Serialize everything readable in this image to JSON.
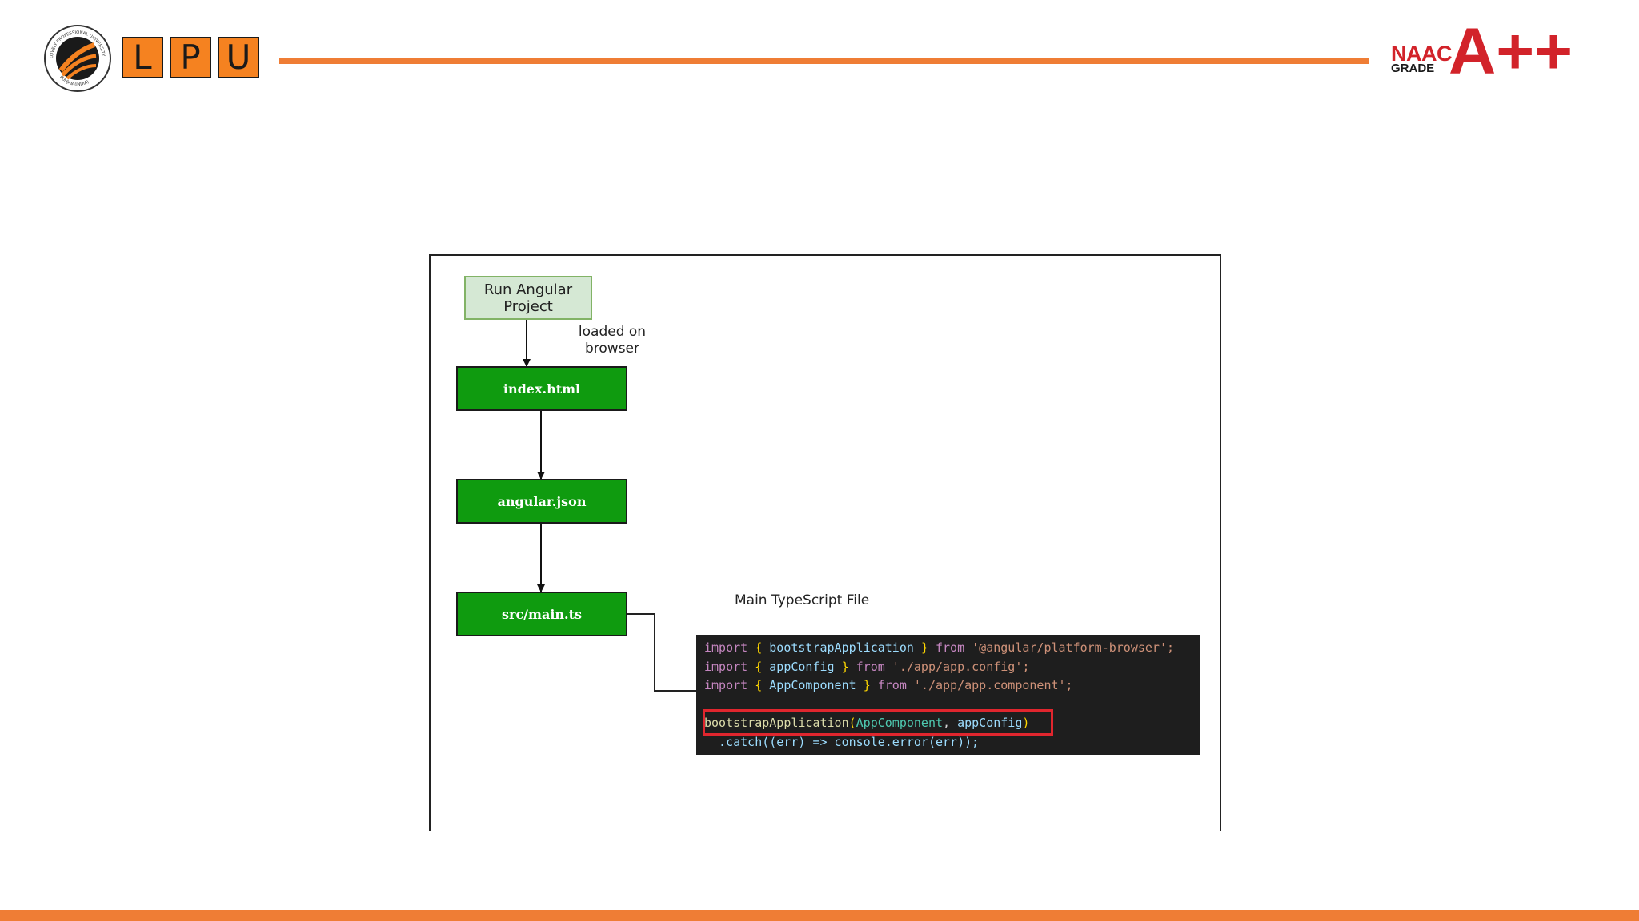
{
  "header": {
    "logo_letters": [
      "L",
      "P",
      "U"
    ],
    "accreditation": {
      "naac": "NAAC",
      "grade_word": "GRADE",
      "grade": "A++"
    },
    "seal_text": [
      "LOVELY PROFESSIONAL UNIVERSITY",
      "PUNJAB (INDIA)"
    ]
  },
  "diagram": {
    "start_node": {
      "line1": "Run Angular",
      "line2": "Project"
    },
    "edge_label": {
      "line1": "loaded on",
      "line2": "browser"
    },
    "nodes": [
      {
        "label": "index.html"
      },
      {
        "label": "angular.json"
      },
      {
        "label": "src/main.ts"
      }
    ],
    "code_title": "Main TypeScript File"
  },
  "code": {
    "imports": [
      {
        "kw": "import",
        "open": "{",
        "name": "bootstrapApplication",
        "close": "}",
        "from": "from",
        "path": "'@angular/platform-browser';"
      },
      {
        "kw": "import",
        "open": "{",
        "name": "appConfig",
        "close": "}",
        "from": "from",
        "path": "'./app/app.config';"
      },
      {
        "kw": "import",
        "open": "{",
        "name": "AppComponent",
        "close": "}",
        "from": "from",
        "path": "'./app/app.component';"
      }
    ],
    "bootstrap": {
      "fn": "bootstrapApplication",
      "open": "(",
      "arg1": "AppComponent",
      "sep": ", ",
      "arg2": "appConfig",
      "close": ")"
    },
    "catch_line": "  .catch((err) => console.error(err));"
  },
  "colors": {
    "brand_orange": "#ef7d35",
    "naac_red": "#d2232a",
    "node_green": "#0f9b0f",
    "start_green": "#d5e8d4",
    "highlight_red": "#e0262e"
  }
}
